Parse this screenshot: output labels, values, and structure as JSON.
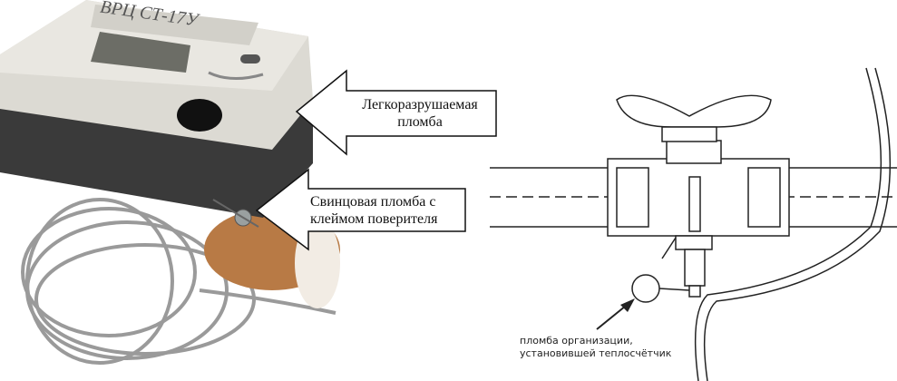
{
  "photo": {
    "device_label": "ВРЦ СТ-17У",
    "callouts": [
      {
        "line1": "Легкоразрушаемая",
        "line2": "пломба"
      },
      {
        "line1": "Свинцовая пломба с",
        "line2": "клеймом поверителя"
      }
    ]
  },
  "diagram": {
    "caption_line1": "пломба организации,",
    "caption_line2": "установившей теплосчётчик"
  }
}
